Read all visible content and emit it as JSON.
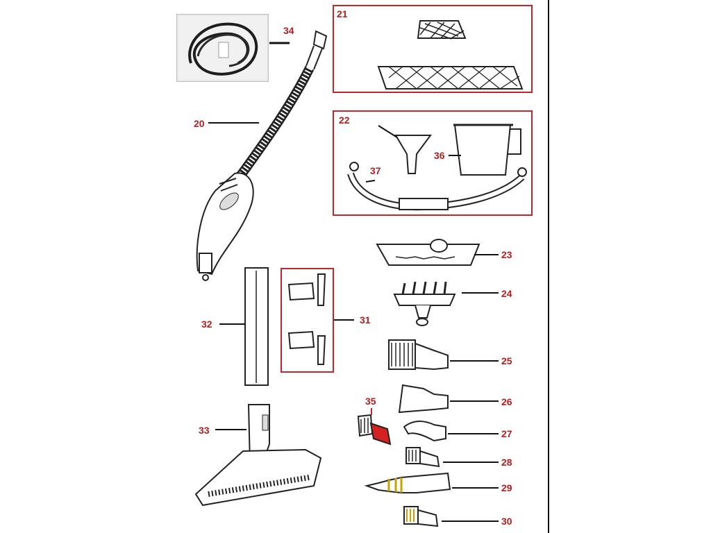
{
  "diagram": {
    "callouts": {
      "c34": "34",
      "c21": "21",
      "c20": "20",
      "c22": "22",
      "c36": "36",
      "c37": "37",
      "c23": "23",
      "c24": "24",
      "c32": "32",
      "c31": "31",
      "c25": "25",
      "c26": "26",
      "c35": "35",
      "c33": "33",
      "c27": "27",
      "c28": "28",
      "c29": "29",
      "c30": "30"
    },
    "colors": {
      "callout": "#b41e1e",
      "box_border": "#c0262c",
      "line_art": "#222222",
      "accent_red": "#d42222",
      "photo_bg": "#e9e9e9"
    }
  }
}
